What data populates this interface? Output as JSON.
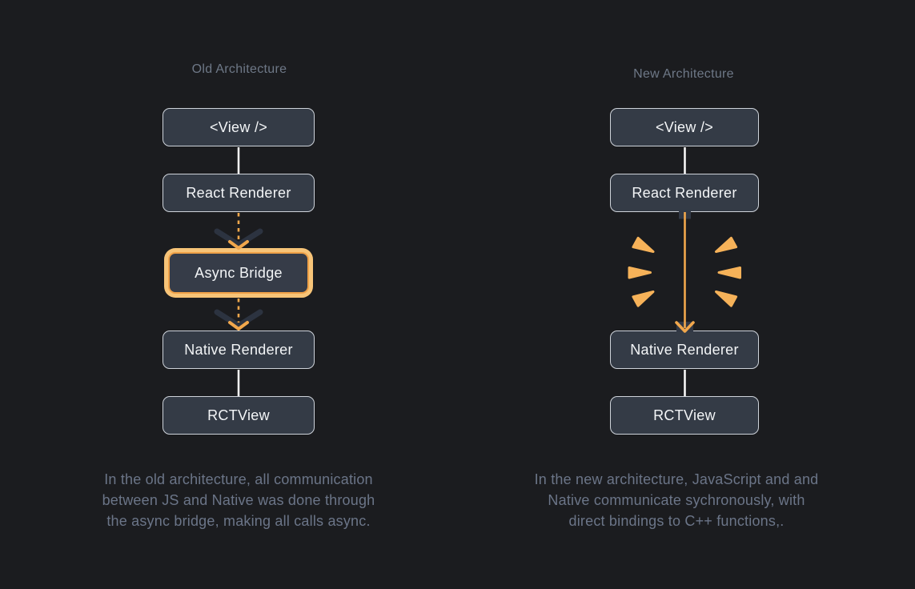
{
  "colors": {
    "background": "#1b1c1f",
    "box_background": "#343b46",
    "box_border": "#ced3da",
    "box_text": "#f3f5f7",
    "muted_text": "#6b7588",
    "accent_orange": "#f1a74c",
    "highlight_ring_light_orange": "#f7c478",
    "highlight_border_orange": "#efa148",
    "dark_chevron": "#2c3340",
    "white_line": "#fdfdfd"
  },
  "old": {
    "title": "Old Architecture",
    "nodes": [
      {
        "label": "<View />"
      },
      {
        "label": "React Renderer"
      },
      {
        "label": "Async Bridge",
        "highlighted": true
      },
      {
        "label": "Native Renderer"
      },
      {
        "label": "RCTView"
      }
    ],
    "caption": "In the old architecture, all communication between JS and Native was done through the async bridge, making all calls async.",
    "caption_lines": [
      "In the old architecture, all communication",
      "between JS and Native was done through",
      "the async bridge, making all calls async."
    ]
  },
  "new": {
    "title": "New Architecture",
    "nodes": [
      {
        "label": "<View />"
      },
      {
        "label": "React Renderer"
      },
      {
        "label": "Native Renderer"
      },
      {
        "label": "RCTView"
      }
    ],
    "caption": "In the new architecture, JavaScript and and Native communicate sychronously, with direct bindings to C++ functions,.",
    "caption_lines": [
      "In the new architecture, JavaScript and and",
      "Native communicate sychronously, with",
      "direct bindings to C++ functions,."
    ]
  }
}
